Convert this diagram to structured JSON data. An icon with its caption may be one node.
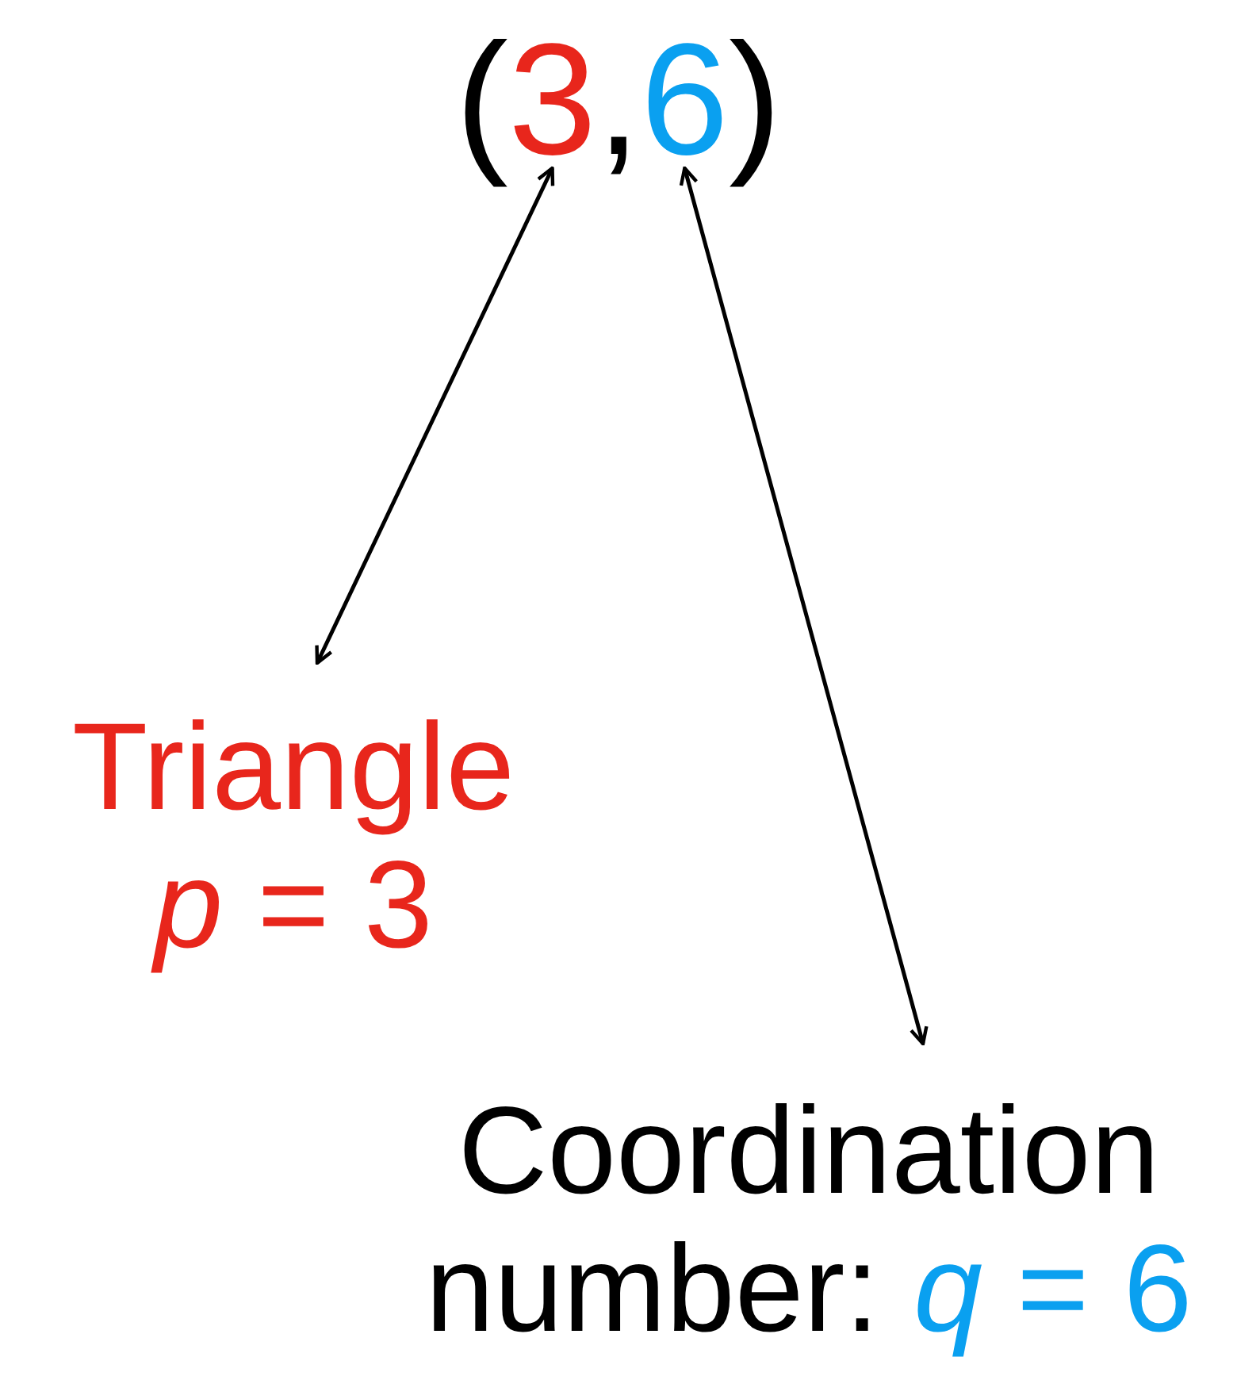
{
  "diagram": {
    "nodes": [
      {
        "text": [
          "3"
        ]
      },
      {
        "text": [
          "6"
        ]
      },
      {
        "text": [
          "Triangle",
          "*p* = 3"
        ]
      },
      {
        "text": [
          "Coordination number:",
          "*q* = 6"
        ]
      }
    ],
    "edges": [
      {
        "from": 0,
        "to": 2,
        "arrow": "both"
      },
      {
        "from": 1,
        "to": 3,
        "arrow": "both"
      }
    ],
    "labels": [
      "(",
      ",",
      ")"
    ]
  }
}
